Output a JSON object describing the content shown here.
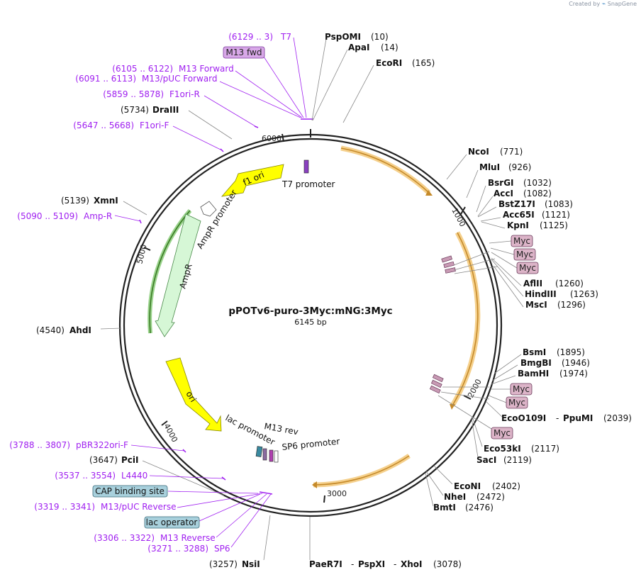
{
  "credit": {
    "prefix": "Created by",
    "brand": "SnapGene",
    "logo_icon": "snapgene-logo-icon"
  },
  "plasmid": {
    "name": "pPOTv6-puro-3Myc:mNG:3Myc",
    "size": "6145 bp",
    "length_bp": 6145
  },
  "ticks": {
    "1000": "1000",
    "2000": "2000",
    "3000": "3000",
    "4000": "4000",
    "5000": "5000",
    "6000": "6000"
  },
  "features": {
    "f1ori": "f1 ori",
    "ampr_promoter": "AmpR promoter",
    "ampr": "AmpR",
    "ori": "ori",
    "lac_promoter": "lac promoter",
    "m13rev": "M13 rev",
    "sp6_promoter": "SP6 promoter",
    "t7_promoter": "T7 promoter"
  },
  "primers": {
    "t7": {
      "range": "(6129 .. 3)",
      "name": "T7"
    },
    "m13fwd": {
      "name": "M13 fwd"
    },
    "m13forward": {
      "range": "(6105 .. 6122)",
      "name": "M13 Forward"
    },
    "m13puc_forward": {
      "range": "(6091 .. 6113)",
      "name": "M13/pUC Forward"
    },
    "f1ori_r": {
      "range": "(5859 .. 5878)",
      "name": "F1ori-R"
    },
    "f1ori_f": {
      "range": "(5647 .. 5668)",
      "name": "F1ori-F"
    },
    "amp_r": {
      "range": "(5090 .. 5109)",
      "name": "Amp-R"
    },
    "pbr322": {
      "range": "(3788 .. 3807)",
      "name": "pBR322ori-F"
    },
    "l4440": {
      "range": "(3537 .. 3554)",
      "name": "L4440"
    },
    "m13puc_reverse": {
      "range": "(3319 .. 3341)",
      "name": "M13/pUC Reverse"
    },
    "m13reverse": {
      "range": "(3306 .. 3322)",
      "name": "M13 Reverse"
    },
    "sp6": {
      "range": "(3271 .. 3288)",
      "name": "SP6"
    }
  },
  "boxes": {
    "cap": "CAP binding site",
    "lacop": "lac operator",
    "myc1": "Myc",
    "myc2": "Myc",
    "myc3": "Myc",
    "myc4": "Myc",
    "myc5": "Myc",
    "myc6": "Myc"
  },
  "enzymes": {
    "pspomi": {
      "name": "PspOMI",
      "pos": "(10)"
    },
    "apai": {
      "name": "ApaI",
      "pos": "(14)"
    },
    "ecori": {
      "name": "EcoRI",
      "pos": "(165)"
    },
    "ncoi": {
      "name": "NcoI",
      "pos": "(771)"
    },
    "mlui": {
      "name": "MluI",
      "pos": "(926)"
    },
    "bsrgi": {
      "name": "BsrGI",
      "pos": "(1032)"
    },
    "acci": {
      "name": "AccI",
      "pos": "(1082)"
    },
    "bst": {
      "name": "BstZ17I",
      "pos": "(1083)"
    },
    "acc65i": {
      "name": "Acc65I",
      "pos": "(1121)"
    },
    "kpni": {
      "name": "KpnI",
      "pos": "(1125)"
    },
    "aflii": {
      "name": "AflII",
      "pos": "(1260)"
    },
    "hindiii": {
      "name": "HindIII",
      "pos": "(1263)"
    },
    "msci": {
      "name": "MscI",
      "pos": "(1296)"
    },
    "bsmi": {
      "name": "BsmI",
      "pos": "(1895)"
    },
    "bmgbi": {
      "name": "BmgBI",
      "pos": "(1946)"
    },
    "bamhi": {
      "name": "BamHI",
      "pos": "(1974)"
    },
    "eco109": {
      "name": "EcoO109I",
      "sep": "-",
      "name2": "PpuMI",
      "pos": "(2039)"
    },
    "eco53": {
      "name": "Eco53kI",
      "pos": "(2117)"
    },
    "saci": {
      "name": "SacI",
      "pos": "(2119)"
    },
    "econi": {
      "name": "EcoNI",
      "pos": "(2402)"
    },
    "nhei": {
      "name": "NheI",
      "pos": "(2472)"
    },
    "bmti": {
      "name": "BmtI",
      "pos": "(2476)"
    },
    "paer": {
      "name": "PaeR7I",
      "sep1": "-",
      "name2": "PspXI",
      "sep2": "-",
      "name3": "XhoI",
      "pos": "(3078)"
    },
    "nsii": {
      "name": "NsiI",
      "pos": "(3257)"
    },
    "pcii": {
      "name": "PciI",
      "pos": "(3647)"
    },
    "ahdi": {
      "name": "AhdI",
      "pos": "(4540)"
    },
    "xmni": {
      "name": "XmnI",
      "pos": "(5139)"
    },
    "draiii": {
      "name": "DraIII",
      "pos": "(5734)"
    }
  },
  "colors": {
    "primer": "#a020f0",
    "backbone": "#222222",
    "cds_orange": "#f5a623",
    "ori_yellow": "#ffff00",
    "amp_green": "#c8f5c8",
    "myc_box": "#dcb4c8",
    "feature_box": "#a8d0dc"
  }
}
